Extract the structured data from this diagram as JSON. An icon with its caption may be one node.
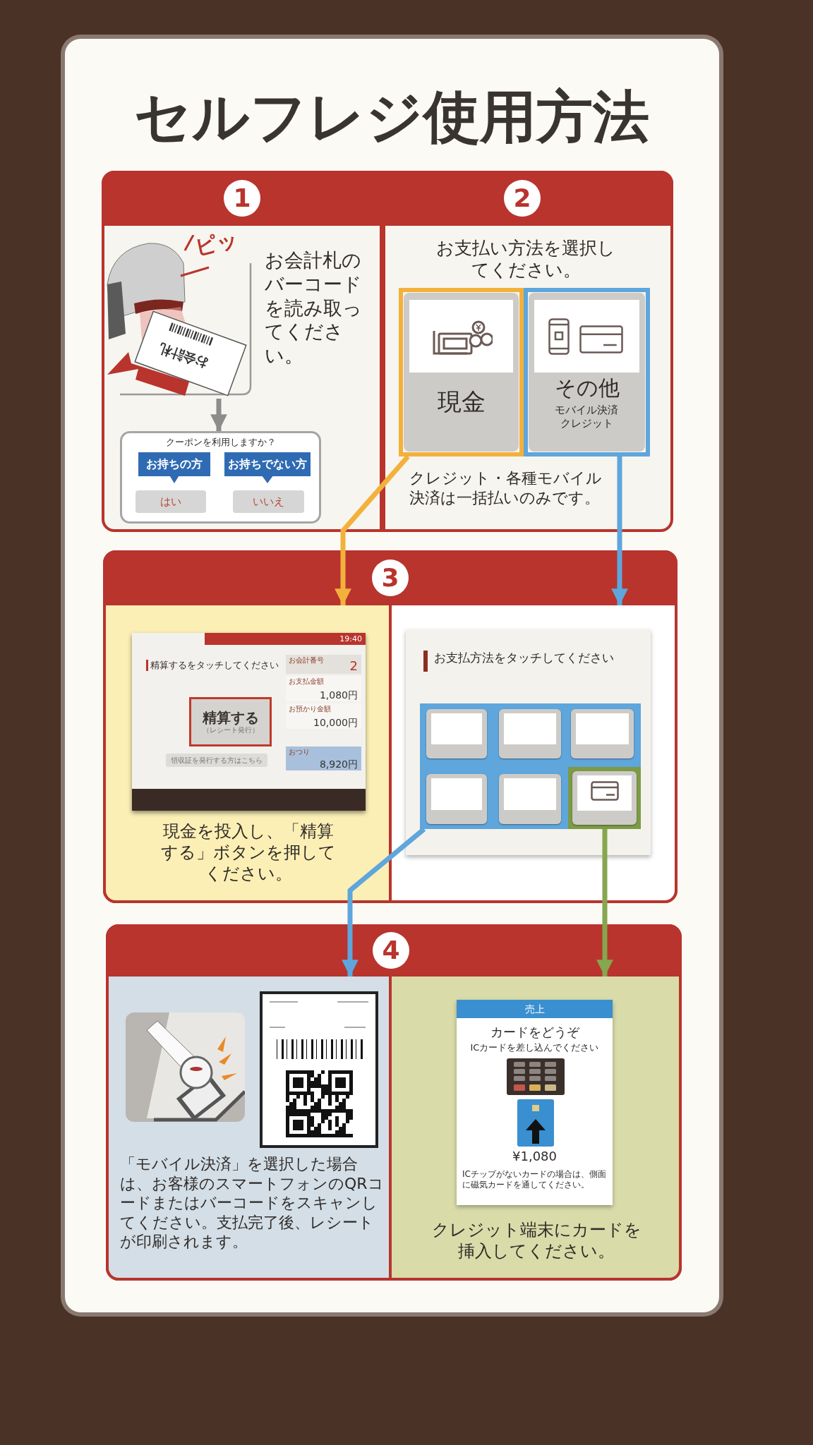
{
  "diagram": {
    "title": "セルフレジ使用方法",
    "nodes": [
      {
        "text": [
          "1",
          "お会計札のバーコードを読み取ってください。"
        ]
      },
      {
        "text": [],
        "shape": "picture",
        "in": 0
      },
      {
        "text": [
          "クーポンを利用しますか？"
        ],
        "in": 0
      },
      {
        "text": [
          "お持ちの方"
        ],
        "in": 2
      },
      {
        "text": [
          "お持ちでない方"
        ],
        "in": 2
      },
      {
        "text": [
          "はい"
        ],
        "in": 2
      },
      {
        "text": [
          "いいえ"
        ],
        "in": 2
      },
      {
        "text": [
          "2",
          "お支払い方法を選択してください。",
          "クレジット・各種モバイル決済は一括払いのみです。"
        ]
      },
      {
        "text": [
          "現金"
        ],
        "in": 7
      },
      {
        "text": [
          "その他",
          "モバイル決済クレジット"
        ],
        "in": 7
      },
      {
        "text": [
          "3"
        ]
      },
      {
        "text": [
          "現金を投入し、「精算する」ボタンを押してください。"
        ],
        "in": 10
      },
      {
        "text": [
          "19:40",
          "精算するをタッチしてください"
        ],
        "in": 11
      },
      {
        "text": [
          "精算する",
          "（レシート発行）"
        ],
        "in": 12
      },
      {
        "text": [
          "領収証を発行する方はこちら"
        ],
        "in": 12
      },
      {
        "text": [
          "お会計番号",
          "2"
        ],
        "in": 12
      },
      {
        "text": [
          "お支払金額",
          "1,080円"
        ],
        "in": 12
      },
      {
        "text": [
          "お預かり金額",
          "10,000円"
        ],
        "in": 12
      },
      {
        "text": [
          "おつり",
          "8,920円"
        ],
        "in": 12
      },
      {
        "text": [],
        "shape": "box",
        "in": 10
      },
      {
        "text": [
          "お支払方法をタッチしてください"
        ],
        "in": 19
      },
      {
        "text": [],
        "shape": "box",
        "in": 20
      },
      {
        "text": [],
        "shape": "box",
        "in": 21
      },
      {
        "text": [],
        "shape": "box",
        "in": 21
      },
      {
        "text": [],
        "shape": "box",
        "in": 21
      },
      {
        "text": [],
        "shape": "box",
        "in": 21
      },
      {
        "text": [],
        "shape": "box",
        "in": 21
      },
      {
        "text": [],
        "shape": "box",
        "in": 20
      },
      {
        "text": [],
        "shape": "box",
        "in": 27
      },
      {
        "text": [
          "4"
        ]
      },
      {
        "text": [
          "「モバイル決済」を選択した場合は、お客様のスマートフォンのQRコードまたはバーコードをスキャンしてください。支払完了後、レシートが印刷されます。"
        ],
        "in": 29
      },
      {
        "text": [
          "クレジット端末にカードを挿入してください。"
        ],
        "in": 29
      },
      {
        "text": [
          "売上",
          "カードをどうぞ",
          "ICカードを差し込んでください",
          "¥1,080",
          "ICチップがないカードの場合は、側面に磁気カードを通してください。"
        ],
        "in": 31
      }
    ],
    "edges": [
      {
        "from": 1,
        "to": 2,
        "arrow": "to",
        "color": "#8c8c8c"
      },
      {
        "from": 8,
        "to": 11,
        "arrow": "to",
        "color": "#f3b13c"
      },
      {
        "from": 9,
        "to": 19,
        "arrow": "to",
        "color": "#5ea6dc"
      },
      {
        "from": 21,
        "to": 30,
        "arrow": "to",
        "color": "#5ea6dc"
      },
      {
        "from": 27,
        "to": 31,
        "arrow": "to",
        "color": "#86a64f"
      }
    ],
    "labels": [
      "ピッ",
      "お会計札"
    ]
  }
}
